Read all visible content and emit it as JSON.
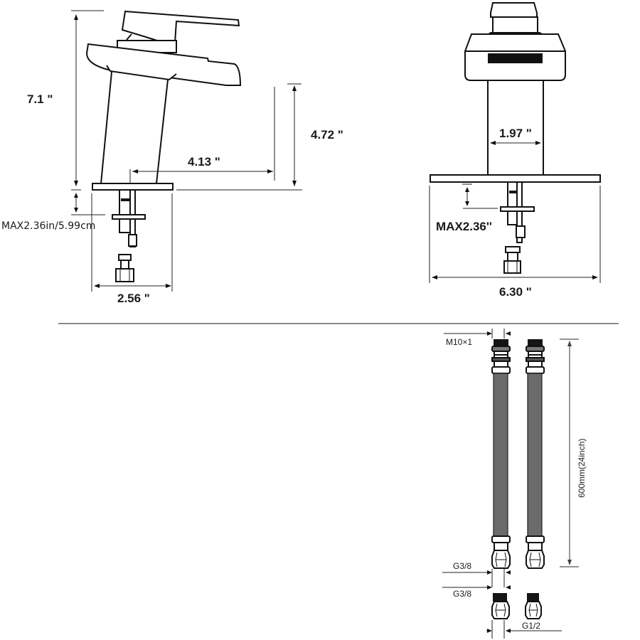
{
  "side_view": {
    "height_total": "7.1 \"",
    "spout_height": "4.72 \"",
    "spout_reach": "4.13 \"",
    "base_width": "2.56 \"",
    "max_deck_thickness": "MAX2.36in/5.99cm"
  },
  "front_view": {
    "body_width": "1.97 \"",
    "base_length": "6.30 \"",
    "max_deck_thickness": "MAX2.36''"
  },
  "hoses": {
    "top_thread": "M10×1",
    "length": "600mm(24inch)",
    "bottom_thread": "G3/8",
    "adapter_in_thread": "G3/8",
    "adapter_out_thread": "G1/2"
  },
  "colors": {
    "line": "#111111",
    "hose": "#6b6b6b",
    "background": "#ffffff"
  }
}
